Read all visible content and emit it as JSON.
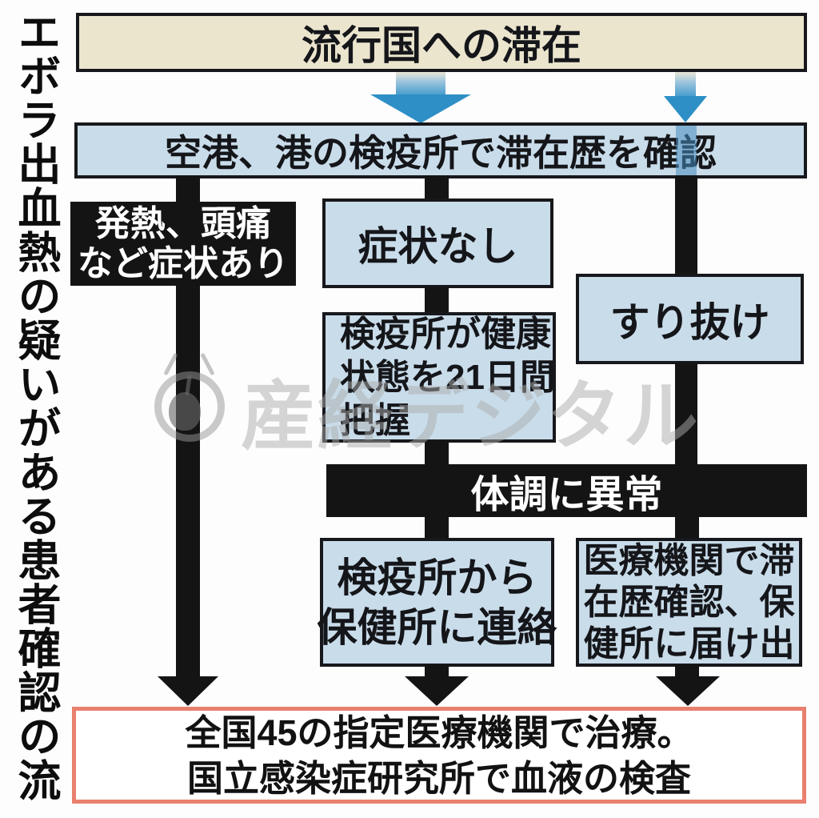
{
  "page": {
    "title_vertical": "エボラ出血熱の疑いがある患者確認の流れ",
    "watermark": "産経デジタル"
  },
  "flowchart": {
    "boxes": {
      "start": {
        "label": "流行国への滞在"
      },
      "quarantine_check": {
        "label": "空港、港の検疫所で滞在歴を確認"
      },
      "symptoms_present": {
        "text": "発熱、頭痛など症状あり",
        "lines": [
          "発熱、頭痛",
          "など症状あり"
        ]
      },
      "no_symptoms": {
        "label": "症状なし"
      },
      "slip_through": {
        "label": "すり抜け"
      },
      "monitor": {
        "text": "検疫所が健康状態を21日間把握",
        "lines": [
          "検疫所が健康",
          "状態を21日間",
          "把握"
        ]
      },
      "abnormal": {
        "label": "体調に異常"
      },
      "contact": {
        "text": "検疫所から保健所に連絡",
        "lines": [
          "検疫所から",
          "保健所に連絡"
        ]
      },
      "report": {
        "text": "医療機関で滞在歴確認、保健所に届け出",
        "lines": [
          "医療機関で滞",
          "在歴確認、保",
          "健所に届け出"
        ]
      },
      "treatment": {
        "text": "全国45の指定医療機関で治療。国立感染症研究所で血液の検査",
        "lines": [
          "全国45の指定医療機関で治療。",
          "国立感染症研究所で血液の検査"
        ]
      }
    },
    "colors": {
      "start_box_bg": "#ebe5ce",
      "info_box_bg": "#c9dcea",
      "black_fill": "#141414",
      "blue_arrow": "#3f99cc",
      "result_border": "#e9806e",
      "watermark_gray": "#acacac"
    }
  }
}
